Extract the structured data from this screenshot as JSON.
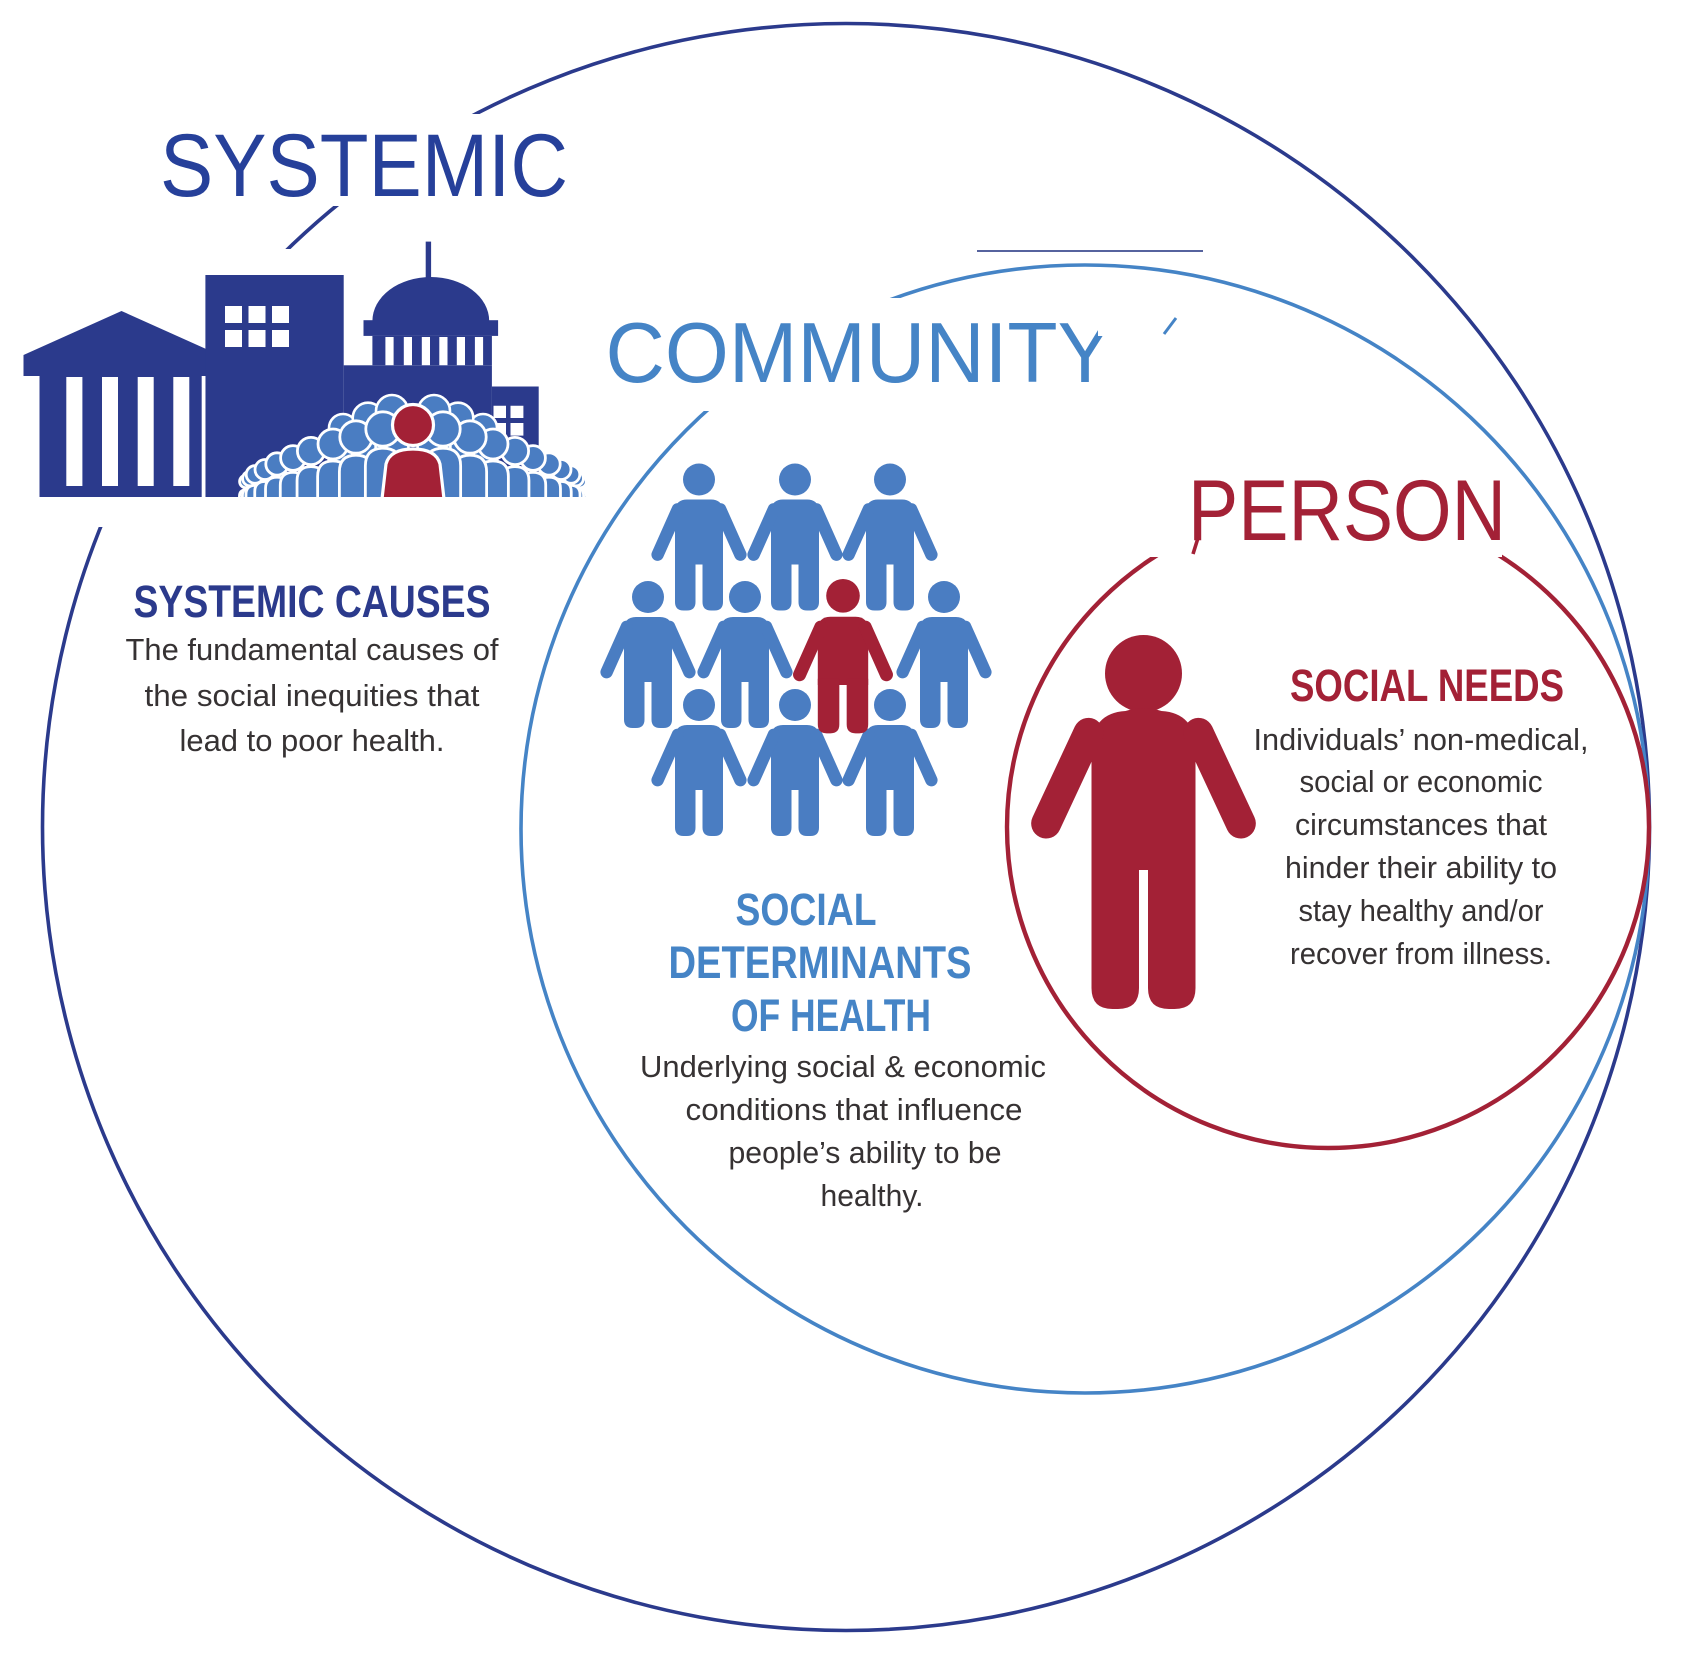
{
  "title": "Nested rings diagram: systemic, community and person levels of social determinants of health",
  "colors": {
    "navy": "#2b3a8c",
    "navy_text": "#26409a",
    "blue": "#4584c6",
    "blue_icon": "#4a7dc2",
    "crowd_blue": "#4a7dc2",
    "red": "#a32136",
    "body_text": "#363233",
    "white": "#ffffff",
    "artifact_line": "#56639e"
  },
  "rings": {
    "systemic": {
      "label": "SYSTEMIC"
    },
    "community": {
      "label": "COMMUNITY"
    },
    "person": {
      "label": "PERSON"
    }
  },
  "sections": {
    "systemic": {
      "heading": "SYSTEMIC CAUSES",
      "body": [
        "The fundamental causes of",
        "the social inequities that",
        "lead to poor health."
      ]
    },
    "community": {
      "heading_lines": [
        "SOCIAL",
        "DETERMINANTS",
        "OF HEALTH"
      ],
      "body": [
        "Underlying social & economic",
        "conditions that influence",
        "people’s ability to be",
        "healthy."
      ]
    },
    "person": {
      "heading": "SOCIAL NEEDS",
      "body": [
        "Individuals’ non-medical,",
        "social or economic",
        "circumstances that",
        "hinder their ability to",
        "stay healthy and/or",
        "recover from illness."
      ]
    }
  },
  "icons": {
    "cityscape": {
      "name": "government-and-institutions-cityscape",
      "parts": [
        "bank-building",
        "office-building",
        "capitol-dome",
        "annex-building",
        "crowd-of-citizens",
        "highlighted-citizen"
      ]
    },
    "community_group": {
      "name": "group-of-people",
      "rows": [
        3,
        4,
        3
      ],
      "highlight": {
        "row": 1,
        "index": 2
      }
    },
    "person_figure": {
      "name": "single-person"
    }
  }
}
